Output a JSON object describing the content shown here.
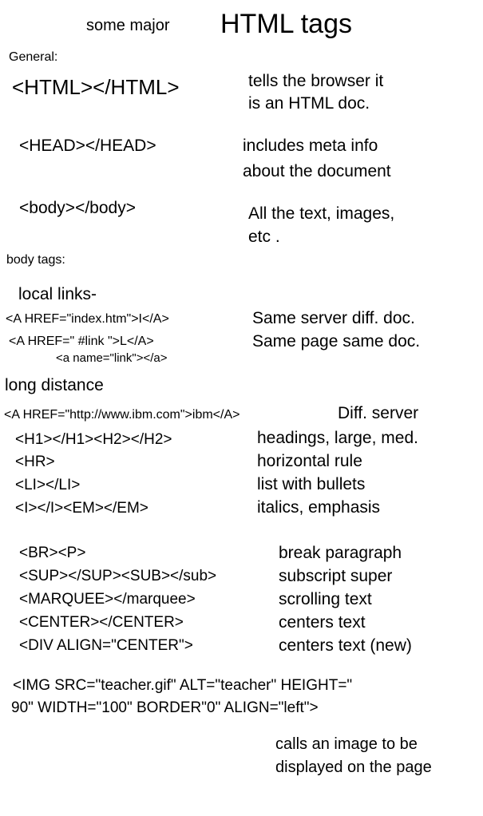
{
  "header": {
    "prefix": "some major",
    "title": "HTML tags"
  },
  "sections": {
    "general": "General:",
    "body_tags": "body tags:",
    "local_links": "local links-",
    "long_distance": "long distance"
  },
  "general_rows": [
    {
      "tag": "<HTML></HTML>",
      "desc_line1": "tells the browser it",
      "desc_line2": "is an HTML doc."
    },
    {
      "tag": "<HEAD></HEAD>",
      "desc_line1": "includes meta info",
      "desc_line2": "about the document"
    },
    {
      "tag": "<body></body>",
      "desc_line1": "All the text, images,",
      "desc_line2": "etc ."
    }
  ],
  "local_links": [
    {
      "tag": "<A HREF=\"index.htm\">I</A>",
      "desc": "Same server  diff. doc."
    },
    {
      "tag": "<A HREF=\" #link \">L</A>",
      "desc": "Same page  same doc."
    }
  ],
  "anchor_name": "<a name=\"link\"></a>",
  "long_link": {
    "tag": "<A HREF=\"http://www.ibm.com\">ibm</A>",
    "desc": "Diff. server"
  },
  "tag_group_1": [
    {
      "tag": "<H1></H1><H2></H2>",
      "desc": "headings, large, med."
    },
    {
      "tag": "<HR>",
      "desc": "horizontal rule"
    },
    {
      "tag": "<LI></LI>",
      "desc": "list with bullets"
    },
    {
      "tag": "<I></I><EM></EM>",
      "desc": "italics, emphasis"
    }
  ],
  "tag_group_2": [
    {
      "tag": "<BR><P>",
      "desc": "break  paragraph"
    },
    {
      "tag": "<SUP></SUP><SUB></sub>",
      "desc": "subscript  super"
    },
    {
      "tag": "<MARQUEE></marquee>",
      "desc": "scrolling text"
    },
    {
      "tag": "<CENTER></CENTER>",
      "desc": "centers text"
    },
    {
      "tag": "<DIV ALIGN=\"CENTER\">",
      "desc": "centers text (new)"
    }
  ],
  "img_tag": {
    "line1": "<IMG SRC=\"teacher.gif\" ALT=\"teacher\" HEIGHT=\"",
    "line2": "90\" WIDTH=\"100\" BORDER\"0\" ALIGN=\"left\">",
    "desc_line1": "calls an image to be",
    "desc_line2": "displayed on the page"
  }
}
